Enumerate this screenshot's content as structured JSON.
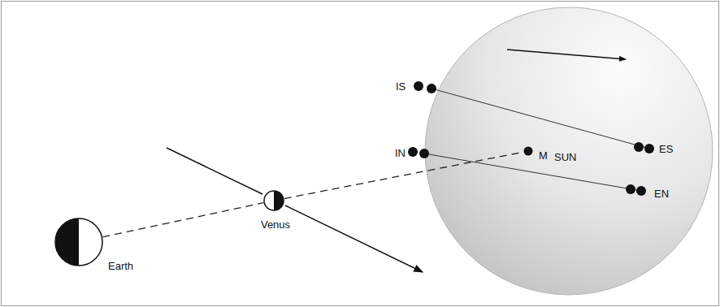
{
  "diagram": {
    "nodes": [
      {
        "text": [
          "Earth"
        ]
      },
      {
        "text": [
          "Venus"
        ]
      },
      {
        "text": [
          "SUN"
        ]
      },
      {
        "text": [
          "M"
        ],
        "in": 2
      }
    ],
    "edges": [
      {
        "from": 0,
        "to": 1,
        "arrow": "none"
      },
      {
        "from": 1,
        "to": 3,
        "arrow": "none"
      }
    ],
    "labels": [
      "IS",
      "IN",
      "ES",
      "EN"
    ]
  }
}
